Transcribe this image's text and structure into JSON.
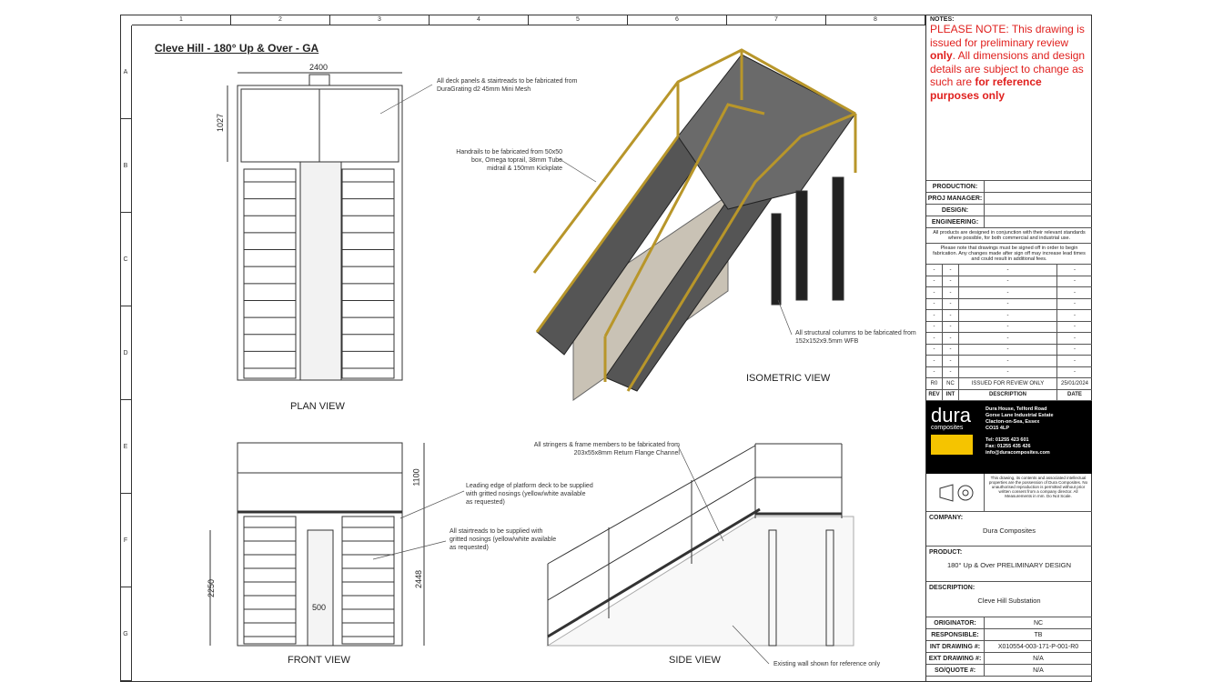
{
  "title": "Cleve Hill - 180° Up & Over - GA",
  "ruler": {
    "columns": [
      "1",
      "2",
      "3",
      "4",
      "5",
      "6",
      "7",
      "8"
    ],
    "rows": [
      "A",
      "B",
      "C",
      "D",
      "E",
      "F",
      "G"
    ]
  },
  "views": {
    "plan": "PLAN VIEW",
    "iso": "ISOMETRIC VIEW",
    "front": "FRONT VIEW",
    "side": "SIDE VIEW"
  },
  "dimensions": {
    "plan_width": "2400",
    "plan_depth": "1027",
    "front_rail": "1100",
    "front_height": "2250",
    "front_total": "2448",
    "front_gap": "500"
  },
  "annotations": {
    "deck": "All deck panels & stairtreads to be fabricated from DuraGrating d2 45mm Mini Mesh",
    "handrails": "Handrails to be fabricated from 50x50 box, Omega toprail, 38mm Tube midrail & 150mm Kickplate",
    "columns": "All structural columns to be fabricated from 152x152x9.5mm WFB",
    "stringers": "All stringers & frame members to be fabricated from 203x55x8mm Return Flange Channel",
    "leading_edge": "Leading edge of platform deck to be supplied with gritted nosings (yellow/white available as requested)",
    "stairtreads": "All stairtreads to be supplied with gritted nosings (yellow/white available as requested)",
    "wall": "Existing wall shown for reference only"
  },
  "titleblock": {
    "notes_label": "NOTES:",
    "notes": [
      "PLEASE NOTE: This drawing is issued for preliminary review ",
      "only",
      ". All dimensions and design details are subject to change as such are ",
      "for reference purposes only"
    ],
    "signoff": [
      {
        "label": "PRODUCTION:",
        "value": ""
      },
      {
        "label": "PROJ MANAGER:",
        "value": ""
      },
      {
        "label": "DESIGN:",
        "value": ""
      },
      {
        "label": "ENGINEERING:",
        "value": ""
      }
    ],
    "standards": "All products are designed in conjunction with their relevant standards where possible, for both commercial and industrial use.",
    "signoff_note": "Please note that drawings must be signed off in order to begin fabrication. Any changes made after sign off may increase lead times and could result in additional fees.",
    "revisions_blank": "-",
    "revision": {
      "rev": "R0",
      "int": "NC",
      "description": "ISSUED FOR REVIEW ONLY",
      "date": "25/01/2024"
    },
    "rev_headers": {
      "rev": "REV",
      "int": "INT",
      "description": "DESCRIPTION",
      "date": "DATE"
    },
    "logo": {
      "name": "dura",
      "sub": "composites",
      "brand_color": "#f5c400"
    },
    "address": [
      "Dura House, Telford Road",
      "Gorse Lane Industrial Estate",
      "Clacton-on-Sea, Essex",
      "CO15 4LP"
    ],
    "contact": [
      "Tel: 01255 423 601",
      "Fax: 01255 435 426",
      "info@duracomposites.com"
    ],
    "copyright": "This drawing, its contents and associated intellectual properties are the possession of Dura Composites. No unauthorised reproduction is permitted without prior written consent from a company director. All Measurements in mm. Do Not Scale.",
    "company_label": "COMPANY:",
    "company": "Dura Composites",
    "product_label": "PRODUCT:",
    "product": "180° Up & Over PRELIMINARY DESIGN",
    "description_label": "DESCRIPTION:",
    "description": "Cleve Hill Substation",
    "details": [
      {
        "label": "ORIGINATOR:",
        "value": "NC"
      },
      {
        "label": "RESPONSIBLE:",
        "value": "TB"
      },
      {
        "label": "INT DRAWING #:",
        "value": "X010554-003-171-P-001-R0"
      },
      {
        "label": "EXT DRAWING #:",
        "value": "N/A"
      },
      {
        "label": "SO/QUOTE #:",
        "value": "N/A"
      }
    ]
  }
}
